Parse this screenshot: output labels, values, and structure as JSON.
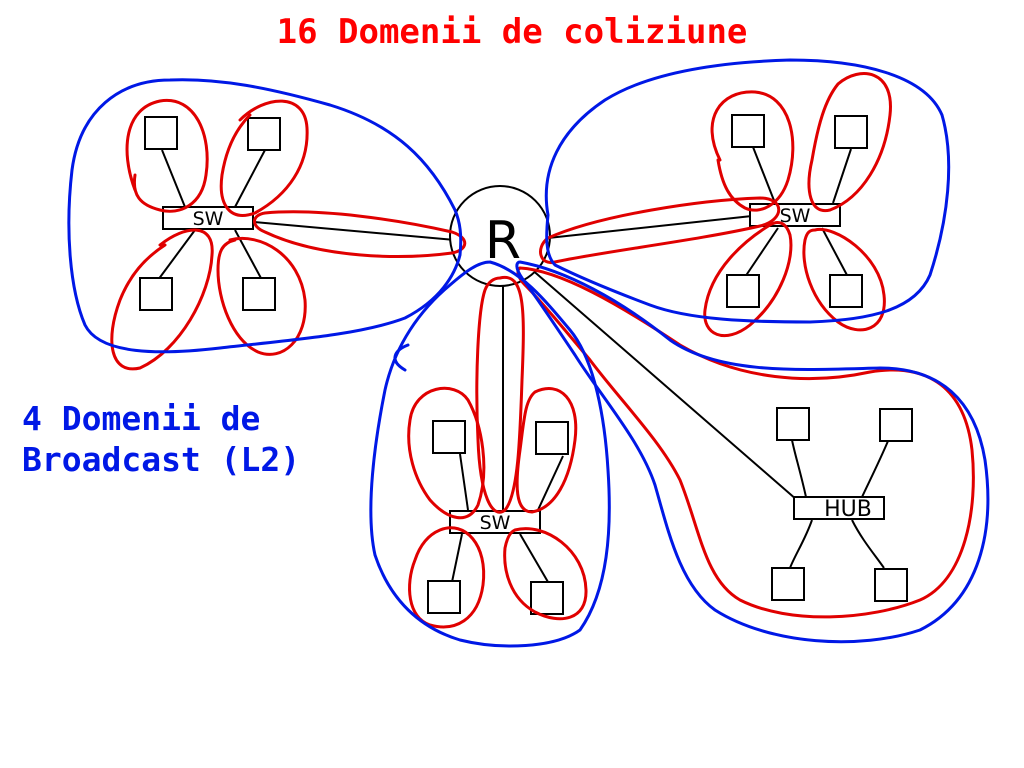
{
  "title": "16 Domenii de coliziune",
  "broadcast_label": {
    "line1": "4 Domenii de",
    "line2": "Broadcast (L2)"
  },
  "nodes": {
    "router": "R",
    "switch_left": "SW",
    "switch_right": "SW",
    "switch_bottom": "SW",
    "hub": "HUB"
  },
  "colors": {
    "collision_domain": "#ff0000",
    "broadcast_domain": "#0018e6",
    "lines": "#000000"
  }
}
